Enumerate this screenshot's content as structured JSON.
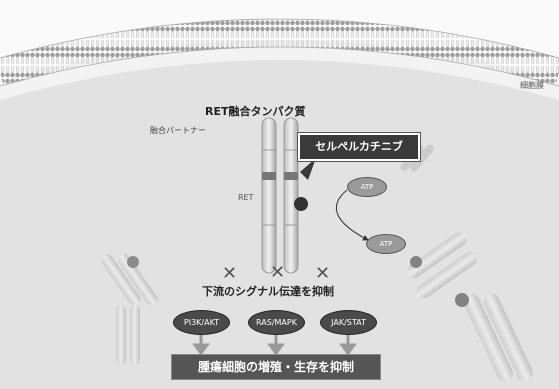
{
  "labels": {
    "cell_membrane": "細胞膜",
    "fusion_protein": "RET融合タンパク質",
    "fusion_partner": "融合パートナー",
    "ret": "RET",
    "drug": "セルペルカチニブ",
    "atp_1": "ATP",
    "atp_2": "ATP",
    "inhibit_signal": "下流のシグナル伝達を抑制",
    "result": "腫瘍細胞の増殖・生存を抑制"
  },
  "pathways": [
    "PI3K/AKT",
    "RAS/MAPK",
    "JAK/STAT"
  ],
  "icons": {
    "block_mark": "✕"
  },
  "colors": {
    "background": "#f3f3f3",
    "drug_box": "#3a3a3a",
    "pathway": "#4a4a4a",
    "result_box": "#555555"
  }
}
